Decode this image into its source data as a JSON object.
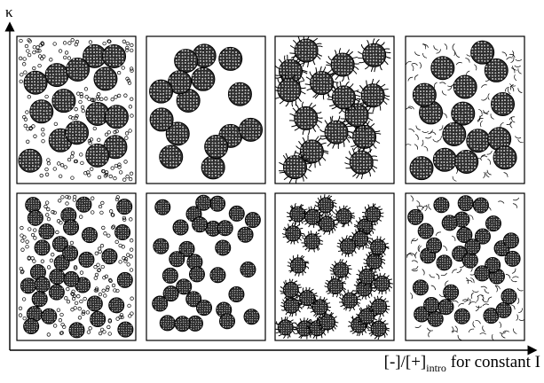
{
  "axes": {
    "y_label": "κ",
    "x_label_main": "[-]/[+]",
    "x_label_sub": "intro",
    "x_label_tail": " for constant I"
  },
  "legend_note": "",
  "panels": [
    {
      "row": 1,
      "col": 1,
      "medium": "small-particles",
      "aggregate_size": "large",
      "hair": "none"
    },
    {
      "row": 1,
      "col": 2,
      "medium": "empty",
      "aggregate_size": "large",
      "hair": "none"
    },
    {
      "row": 1,
      "col": 3,
      "medium": "empty",
      "aggregate_size": "large",
      "hair": "short-strands"
    },
    {
      "row": 1,
      "col": 4,
      "medium": "wavy-chains",
      "aggregate_size": "large",
      "hair": "none"
    },
    {
      "row": 2,
      "col": 1,
      "medium": "small-particles",
      "aggregate_size": "small",
      "hair": "none"
    },
    {
      "row": 2,
      "col": 2,
      "medium": "empty",
      "aggregate_size": "small",
      "hair": "none"
    },
    {
      "row": 2,
      "col": 3,
      "medium": "empty",
      "aggregate_size": "small",
      "hair": "short-strands"
    },
    {
      "row": 2,
      "col": 4,
      "medium": "wavy-chains",
      "aggregate_size": "small",
      "hair": "none"
    }
  ],
  "colors": {
    "ink": "#000000",
    "aggregate_fill": "#333333",
    "bead": "#bdbdbd",
    "paper": "#ffffff"
  }
}
